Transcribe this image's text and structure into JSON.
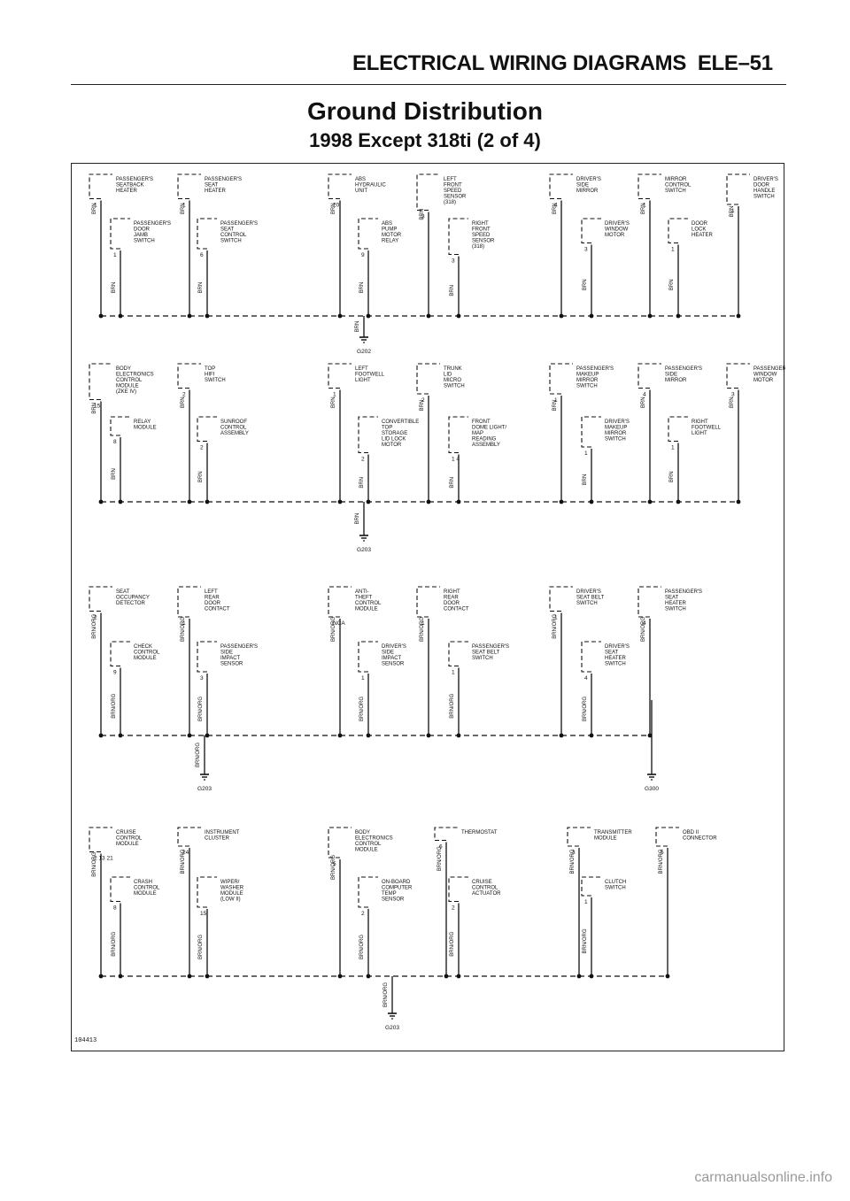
{
  "header": {
    "section": "ELECTRICAL WIRING DIAGRAMS",
    "page": "ELE–51"
  },
  "title": "Ground Distribution",
  "subtitle": "1998 Except 318ti (2 of 4)",
  "figure_number": "104413",
  "footer": "carmanualsonline.info",
  "wire_colors": {
    "brn": "BRN",
    "brn_org": "BRN/ORG"
  },
  "grounds": [
    "G202",
    "G203",
    "G203",
    "G300",
    "G203"
  ],
  "sections": [
    {
      "ground": "G202",
      "top": [
        {
          "label": [
            "PASSENGER'S",
            "SEATBACK",
            "HEATER"
          ],
          "pin": "1"
        },
        {
          "label": [
            "PASSENGER'S",
            "SEAT",
            "HEATER"
          ],
          "pin": "1"
        },
        {
          "label": [
            "ABS",
            "HYDRAULIC",
            "UNIT"
          ],
          "pin": "20"
        },
        {
          "label": [
            "LEFT",
            "FRONT",
            "SPEED",
            "SENSOR",
            "(318)"
          ],
          "pin": "3"
        },
        {
          "label": [
            "DRIVER'S",
            "SIDE",
            "MIRROR"
          ],
          "pin": "4"
        },
        {
          "label": [
            "MIRROR",
            "CONTROL",
            "SWITCH"
          ],
          "pin": "1"
        },
        {
          "label": [
            "DRIVER'S",
            "DOOR",
            "HANDLE",
            "SWITCH"
          ],
          "pin": "1"
        }
      ],
      "mid": [
        {
          "label": [
            "PASSENGER'S",
            "DOOR",
            "JAMB",
            "SWITCH"
          ],
          "pin": "1"
        },
        {
          "label": [
            "PASSENGER'S",
            "SEAT",
            "CONTROL",
            "SWITCH"
          ],
          "pin": "6"
        },
        {
          "label": [
            "ABS",
            "PUMP",
            "MOTOR",
            "RELAY"
          ],
          "pin": "9"
        },
        {
          "label": [
            "RIGHT",
            "FRONT",
            "SPEED",
            "SENSOR",
            "(318)"
          ],
          "pin": "3"
        },
        {
          "label": [
            "DRIVER'S",
            "WINDOW",
            "MOTOR"
          ],
          "pin": "3"
        },
        {
          "label": [
            "DOOR",
            "LOCK",
            "HEATER"
          ],
          "pin": "1"
        }
      ]
    },
    {
      "ground": "G203",
      "top": [
        {
          "label": [
            "BODY",
            "ELECTRONICS",
            "CONTROL",
            "MODULE",
            "(ZKE IV)"
          ],
          "pin": "15"
        },
        {
          "label": [
            "TOP",
            "HIFI",
            "SWITCH"
          ],
          "pin": "2"
        },
        {
          "label": [
            "LEFT",
            "FOOTWELL",
            "LIGHT"
          ],
          "pin": "1"
        },
        {
          "label": [
            "TRUNK",
            "LID",
            "MICRO",
            "SWITCH"
          ],
          "pin": "2"
        },
        {
          "label": [
            "PASSENGER'S",
            "MAKEUP",
            "MIRROR",
            "SWITCH"
          ],
          "pin": "1"
        },
        {
          "label": [
            "PASSENGER'S",
            "SIDE",
            "MIRROR"
          ],
          "pin": "4"
        },
        {
          "label": [
            "PASSENGER'S",
            "WINDOW",
            "MOTOR"
          ],
          "pin": "3"
        }
      ],
      "mid": [
        {
          "label": [
            "RELAY",
            "MODULE"
          ],
          "pin": "8"
        },
        {
          "label": [
            "SUNROOF",
            "CONTROL",
            "ASSEMBLY"
          ],
          "pin": "2"
        },
        {
          "label": [
            "CONVERTIBLE",
            "TOP",
            "STORAGE",
            "LID LOCK",
            "MOTOR"
          ],
          "pin": "2"
        },
        {
          "label": [
            "FRONT",
            "DOME LIGHT/",
            "MAP",
            "READING",
            "ASSEMBLY"
          ],
          "pin": "1  4"
        },
        {
          "label": [
            "DRIVER'S",
            "MAKEUP",
            "MIRROR",
            "SWITCH"
          ],
          "pin": "1"
        },
        {
          "label": [
            "RIGHT",
            "FOOTWELL",
            "LIGHT"
          ],
          "pin": "1"
        }
      ]
    },
    {
      "ground": "G203",
      "ground2": "G300",
      "top": [
        {
          "label": [
            "SEAT",
            "OCCUPANCY",
            "DETECTOR"
          ],
          "pin": "2"
        },
        {
          "label": [
            "LEFT",
            "REAR",
            "DOOR",
            "CONTACT"
          ],
          "pin": "1"
        },
        {
          "label": [
            "ANTI-",
            "THEFT",
            "CONTROL",
            "MODULE"
          ],
          "pin": "NCA"
        },
        {
          "label": [
            "RIGHT",
            "REAR",
            "DOOR",
            "CONTACT"
          ],
          "pin": "1"
        },
        {
          "label": [
            "DRIVER'S",
            "SEAT BELT",
            "SWITCH"
          ],
          "pin": "1"
        },
        {
          "label": [
            "PASSENGER'S",
            "SEAT",
            "HEATER",
            "SWITCH"
          ],
          "pin": "4"
        }
      ],
      "mid": [
        {
          "label": [
            "CHECK",
            "CONTROL",
            "MODULE"
          ],
          "pin": "9"
        },
        {
          "label": [
            "PASSENGER'S",
            "SIDE",
            "IMPACT",
            "SENSOR"
          ],
          "pin": "3"
        },
        {
          "label": [
            "DRIVER'S",
            "SIDE",
            "IMPACT",
            "SENSOR"
          ],
          "pin": "1"
        },
        {
          "label": [
            "PASSENGER'S",
            "SEAT BELT",
            "SWITCH"
          ],
          "pin": "1"
        },
        {
          "label": [
            "DRIVER'S",
            "SEAT",
            "HEATER",
            "SWITCH"
          ],
          "pin": "4"
        }
      ]
    },
    {
      "ground": "G203",
      "top": [
        {
          "label": [
            "CRUISE",
            "CONTROL",
            "MODULE"
          ],
          "pin": "2  13  21"
        },
        {
          "label": [
            "INSTRUMENT",
            "CLUSTER"
          ],
          "pin": "24"
        },
        {
          "label": [
            "BODY",
            "ELECTRONICS",
            "CONTROL",
            "MODULE"
          ],
          "pin": "5"
        },
        {
          "label": [
            "THERMOSTAT"
          ],
          "pin": "6"
        },
        {
          "label": [
            "TRANSMITTER",
            "MODULE"
          ],
          "pin": "3"
        },
        {
          "label": [
            "OBD II",
            "CONNECTOR"
          ],
          "pin": "5"
        }
      ],
      "mid": [
        {
          "label": [
            "CRASH",
            "CONTROL",
            "MODULE"
          ],
          "pin": "8"
        },
        {
          "label": [
            "WIPER/",
            "WASHER",
            "MODULE",
            "(LOW II)"
          ],
          "pin": "15"
        },
        {
          "label": [
            "ON-BOARD",
            "COMPUTER",
            "TEMP",
            "SENSOR"
          ],
          "pin": "2"
        },
        {
          "label": [
            "CRUISE",
            "CONTROL",
            "ACTUATOR"
          ],
          "pin": "2"
        },
        {
          "label": [
            "CLUTCH",
            "SWITCH"
          ],
          "pin": "1"
        }
      ]
    }
  ]
}
